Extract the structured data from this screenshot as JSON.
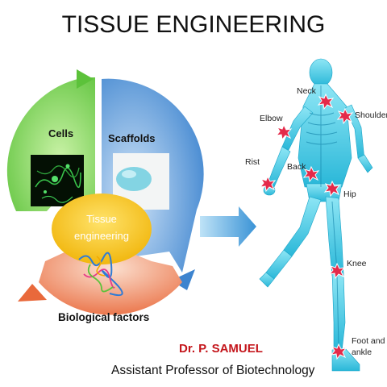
{
  "title": "TISSUE ENGINEERING",
  "cycle": {
    "cells_label": "Cells",
    "scaffolds_label": "Scaffolds",
    "bio_label": "Biological factors",
    "center_line1": "Tissue",
    "center_line2": "engineering",
    "colors": {
      "green": "#7ed957",
      "blue": "#5b9bd5",
      "orange": "#f08a5d",
      "center": "#f5c400"
    }
  },
  "joints": {
    "neck": "Neck",
    "elbow": "Elbow",
    "shoulder": "Shoulder",
    "rist": "Rist",
    "back": "Back",
    "hip": "Hip",
    "knee": "Knee",
    "foot1": "Foot and",
    "foot2": "ankle"
  },
  "author": "Dr. P. SAMUEL",
  "role": "Assistant Professor of Biotechnology"
}
